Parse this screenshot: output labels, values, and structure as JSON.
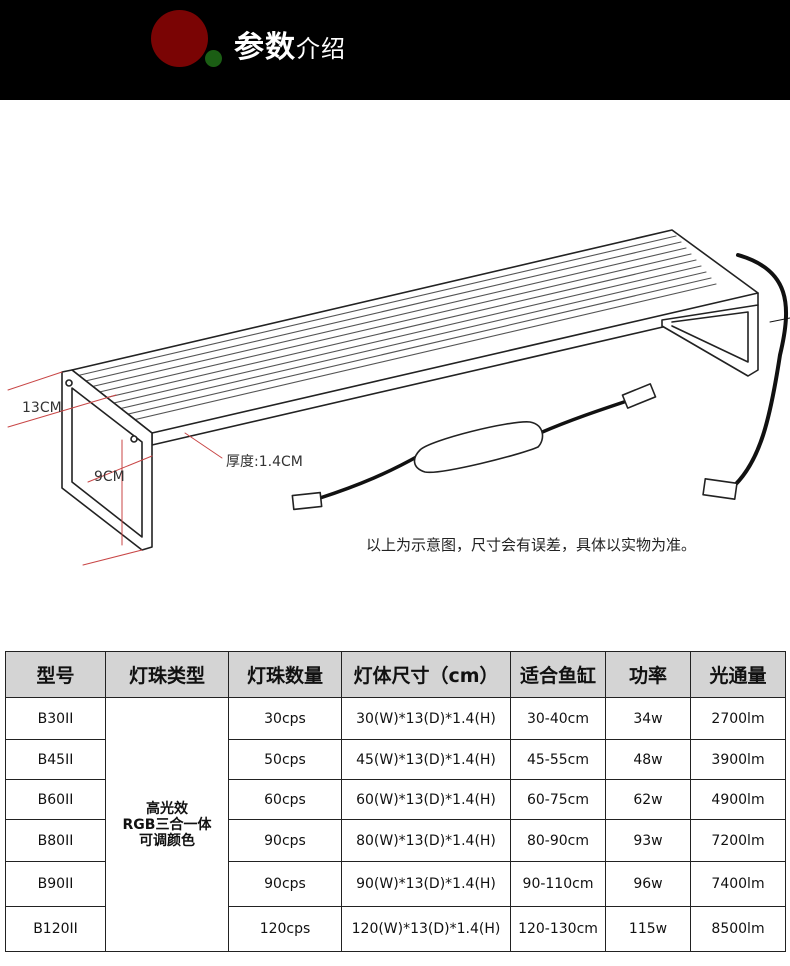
{
  "header": {
    "title_big": "参数",
    "title_small": "介绍"
  },
  "drawing": {
    "dim_width": "13CM",
    "dim_height": "9CM",
    "dim_thickness": "厚度:1.4CM",
    "note": "以上为示意图，尺寸会有误差，具体以实物为准。"
  },
  "table": {
    "headers": [
      "型号",
      "灯珠类型",
      "灯珠数量",
      "灯体尺寸（cm）",
      "适合鱼缸",
      "功率",
      "光通量"
    ],
    "bead_type": [
      "高光效",
      "RGB三合一体",
      "可调颜色"
    ],
    "rows": [
      {
        "model": "B30II",
        "count": "30cps",
        "size": "30(W)*13(D)*1.4(H)",
        "tank": "30-40cm",
        "power": "34w",
        "flux": "2700lm"
      },
      {
        "model": "B45II",
        "count": "50cps",
        "size": "45(W)*13(D)*1.4(H)",
        "tank": "45-55cm",
        "power": "48w",
        "flux": "3900lm"
      },
      {
        "model": "B60II",
        "count": "60cps",
        "size": "60(W)*13(D)*1.4(H)",
        "tank": "60-75cm",
        "power": "62w",
        "flux": "4900lm"
      },
      {
        "model": "B80II",
        "count": "90cps",
        "size": "80(W)*13(D)*1.4(H)",
        "tank": "80-90cm",
        "power": "93w",
        "flux": "7200lm"
      },
      {
        "model": "B90II",
        "count": "90cps",
        "size": "90(W)*13(D)*1.4(H)",
        "tank": "90-110cm",
        "power": "96w",
        "flux": "7400lm"
      },
      {
        "model": "B120II",
        "count": "120cps",
        "size": "120(W)*13(D)*1.4(H)",
        "tank": "120-130cm",
        "power": "115w",
        "flux": "8500lm"
      }
    ]
  }
}
